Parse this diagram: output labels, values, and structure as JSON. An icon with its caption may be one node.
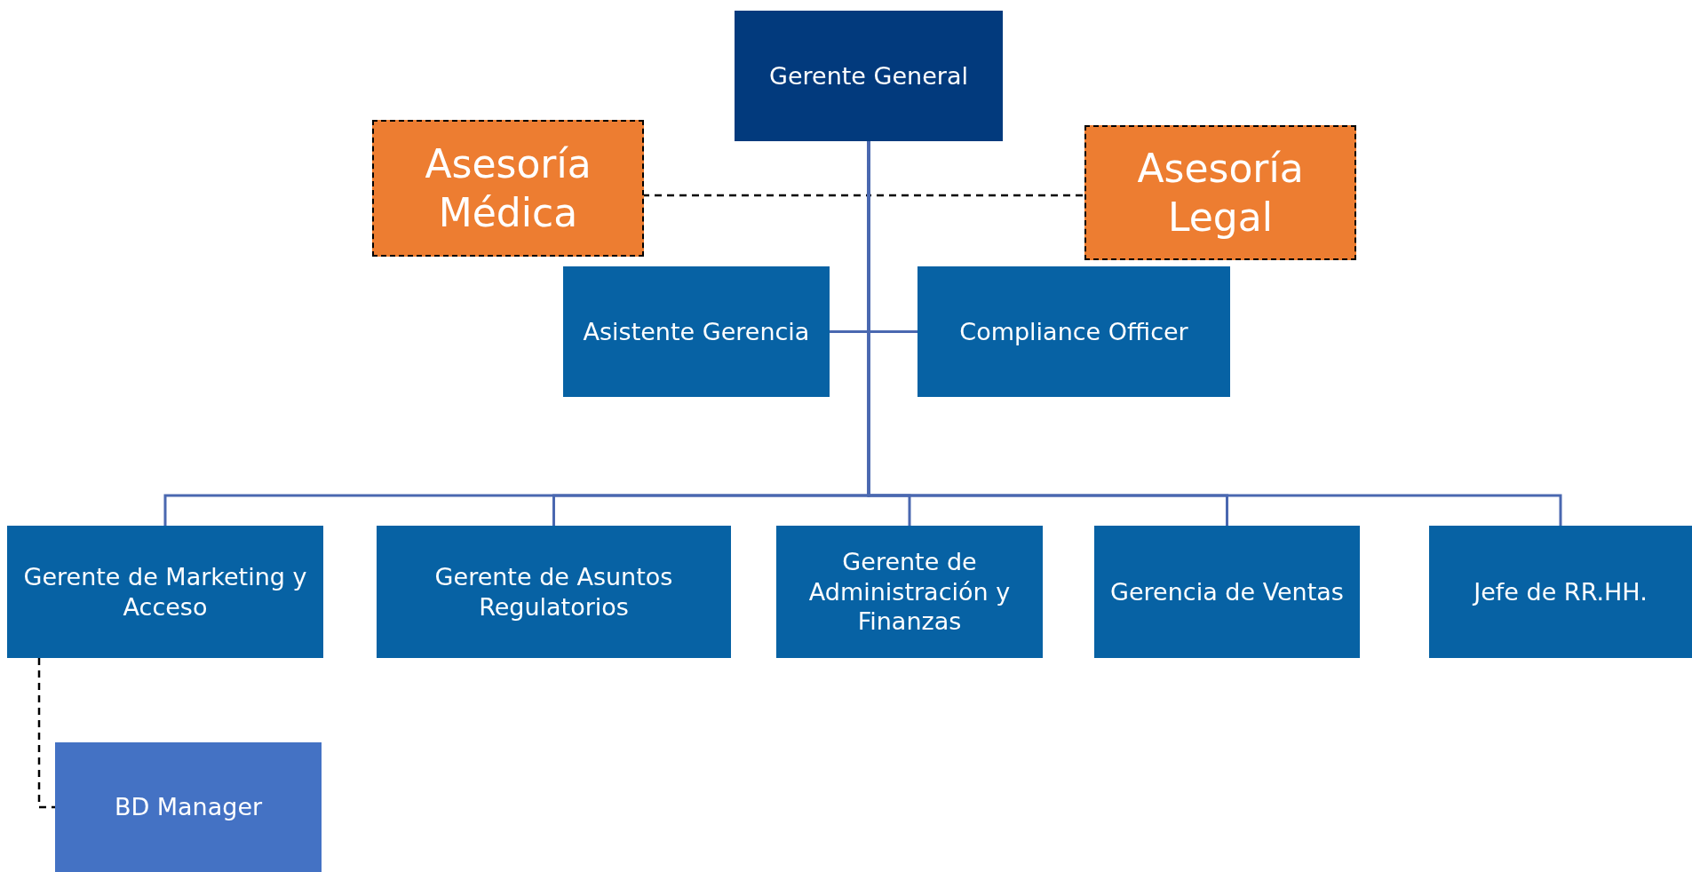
{
  "diagram": {
    "nodes": [
      {
        "text": [
          "Gerente General"
        ]
      },
      {
        "text": [
          "Asesoría Médica"
        ]
      },
      {
        "text": [
          "Asesoría Legal"
        ]
      },
      {
        "text": [
          "Asistente Gerencia"
        ]
      },
      {
        "text": [
          "Compliance  Officer"
        ]
      },
      {
        "text": [
          "Gerente de Marketing y Acceso"
        ]
      },
      {
        "text": [
          "Gerente de Asuntos Regulatorios"
        ]
      },
      {
        "text": [
          "Gerente de Administración y Finanzas"
        ]
      },
      {
        "text": [
          "Gerencia de Ventas"
        ]
      },
      {
        "text": [
          "Jefe de RR.HH."
        ]
      },
      {
        "text": [
          "BD Manager"
        ]
      }
    ],
    "edges": [
      {
        "from": 0,
        "to": 1,
        "arrow": "none",
        "style": "dashed",
        "color": "#000000"
      },
      {
        "from": 0,
        "to": 2,
        "arrow": "none",
        "style": "dashed",
        "color": "#000000"
      },
      {
        "from": 0,
        "to": 3,
        "arrow": "none"
      },
      {
        "from": 0,
        "to": 4,
        "arrow": "none"
      },
      {
        "from": 0,
        "to": 5,
        "arrow": "none"
      },
      {
        "from": 0,
        "to": 6,
        "arrow": "none"
      },
      {
        "from": 0,
        "to": 7,
        "arrow": "none"
      },
      {
        "from": 0,
        "to": 8,
        "arrow": "none"
      },
      {
        "from": 0,
        "to": 9,
        "arrow": "none"
      },
      {
        "from": 5,
        "to": 10,
        "arrow": "none",
        "style": "dashed",
        "color": "#000000"
      }
    ]
  }
}
